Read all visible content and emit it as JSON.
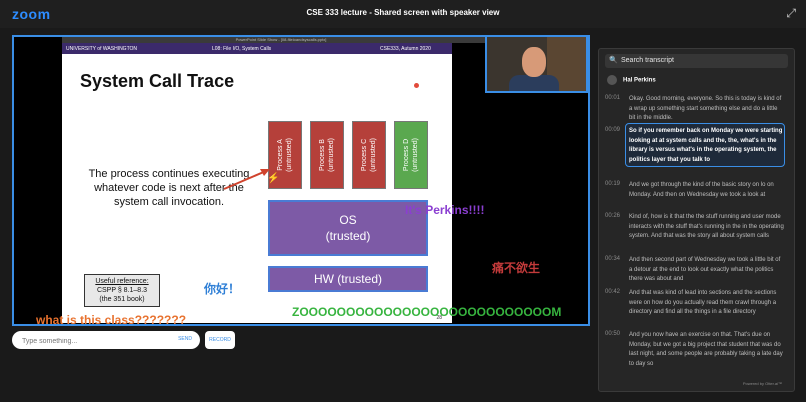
{
  "app": {
    "logo": "zoom",
    "window_title": "CSE 333 lecture - Shared screen with speaker view",
    "close_glyph": "⤢"
  },
  "slide_window": {
    "title": "PowerPoint Slide Show - [08-fileioandsyscalls.pptx]",
    "uw": "UNIVERSITY of WASHINGTON",
    "lecture": "L08: File I/O, System Calls",
    "course": "CSE333, Autumn 2020",
    "slide_title": "System Call Trace",
    "processes": [
      {
        "label": "Process A\n(untrusted)",
        "color": "#b5403a"
      },
      {
        "label": "Process B\n(untrusted)",
        "color": "#b5403a"
      },
      {
        "label": "Process C\n(untrusted)",
        "color": "#b5403a"
      },
      {
        "label": "Process D\n(untrusted)",
        "color": "#5aa84f"
      }
    ],
    "os_box": {
      "line1": "OS",
      "line2": "(trusted)"
    },
    "hw_box": "HW (trusted)",
    "body_text": "The process continues executing whatever code is next after the system call invocation.",
    "useful_reference": {
      "title": "Useful reference:",
      "line2": "CSPP § 8.1–8.3",
      "line3": "(the 351 book)"
    },
    "page_number": "28"
  },
  "chat_overlays": {
    "perkins": "It's Perkins!!!!",
    "nihao": "你好！",
    "tongbuyusheng": "痛不欲生",
    "zoom_spam": "ZOOOOOOOOOOOOOOOOOOOOOOOOOOOM",
    "what_class": "what is this class???????"
  },
  "chat_input": {
    "placeholder": "Type something...",
    "send_label": "SEND",
    "record_label": "RECORD"
  },
  "transcript": {
    "search_placeholder": "Search transcript",
    "speaker": "Hal Perkins",
    "entries": [
      {
        "time": "00:01",
        "text": "Okay. Good morning, everyone. So this is today is kind of a wrap up something start something else and do a little bit in the middle."
      },
      {
        "time": "00:09",
        "text": "So if you remember back on Monday we were starting looking at at system calls and the, the, what's in the library is versus what's in the operating system, the politics layer that you talk to"
      },
      {
        "time": "00:19",
        "text": "And we got through the kind of the basic story on lo on Monday. And then on Wednesday we took a look at"
      },
      {
        "time": "00:26",
        "text": "Kind of, how is it that the the stuff running and user mode interacts with the stuff that's running in the in the operating system. And that was the story all about system calls"
      },
      {
        "time": "00:34",
        "text": "And then second part of Wednesday we took a little bit of a detour at the end to look out exactly what the politics there was about and"
      },
      {
        "time": "00:42",
        "text": "And that was kind of lead into sections and the sections were on how do you actually read them crawl through a directory and find all the things in a file directory"
      },
      {
        "time": "00:50",
        "text": "And you now have an exercise on that. That's due on Monday, but we got a big project that student that was do last night, and some people are probably taking a late day to day so"
      }
    ],
    "powered_by": "Powered by Otter.ai™"
  }
}
